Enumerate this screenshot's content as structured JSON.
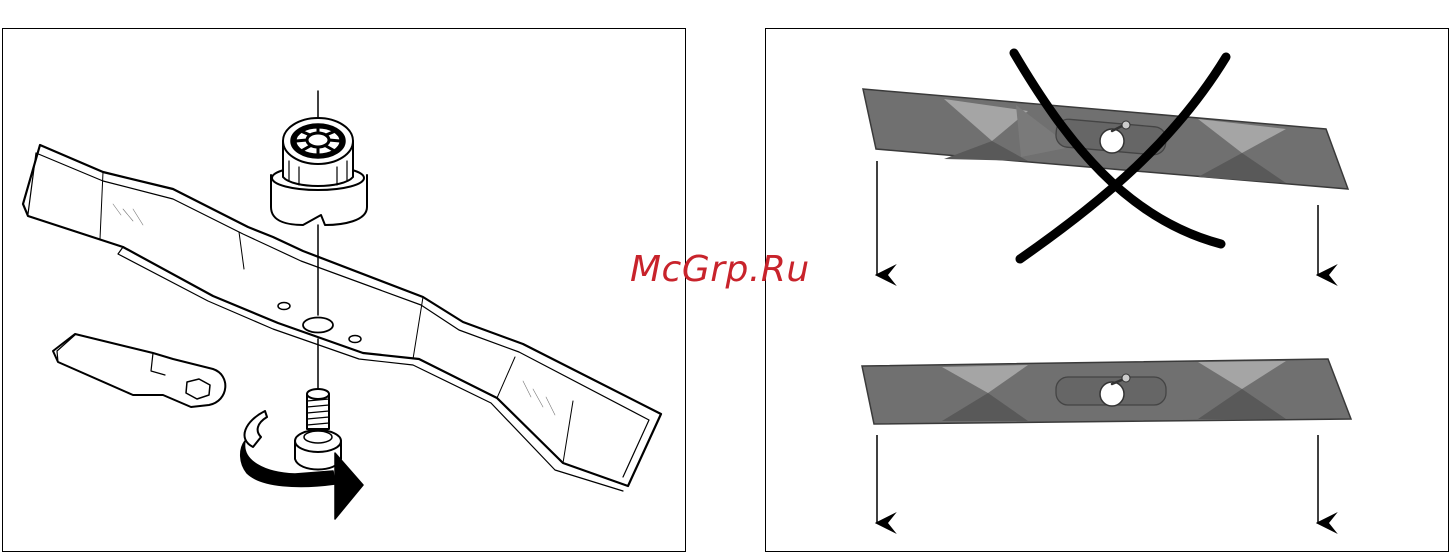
{
  "watermark": {
    "text": "McGrp.Ru"
  },
  "colors": {
    "line": "#000000",
    "blade_fill": "#6f6f6f",
    "blade_light": "#a4a4a4",
    "blade_dark": "#5a5a5a",
    "watermark": "#c8232b"
  },
  "left_panel": {
    "parts": [
      "blade-adapter",
      "mower-blade",
      "hex-wrench",
      "blade-bolt",
      "tightening-arrow"
    ]
  },
  "right_panel": {
    "top_blade": {
      "status": "wrong",
      "mark": "cross-icon"
    },
    "bottom_blade": {
      "status": "correct"
    }
  }
}
